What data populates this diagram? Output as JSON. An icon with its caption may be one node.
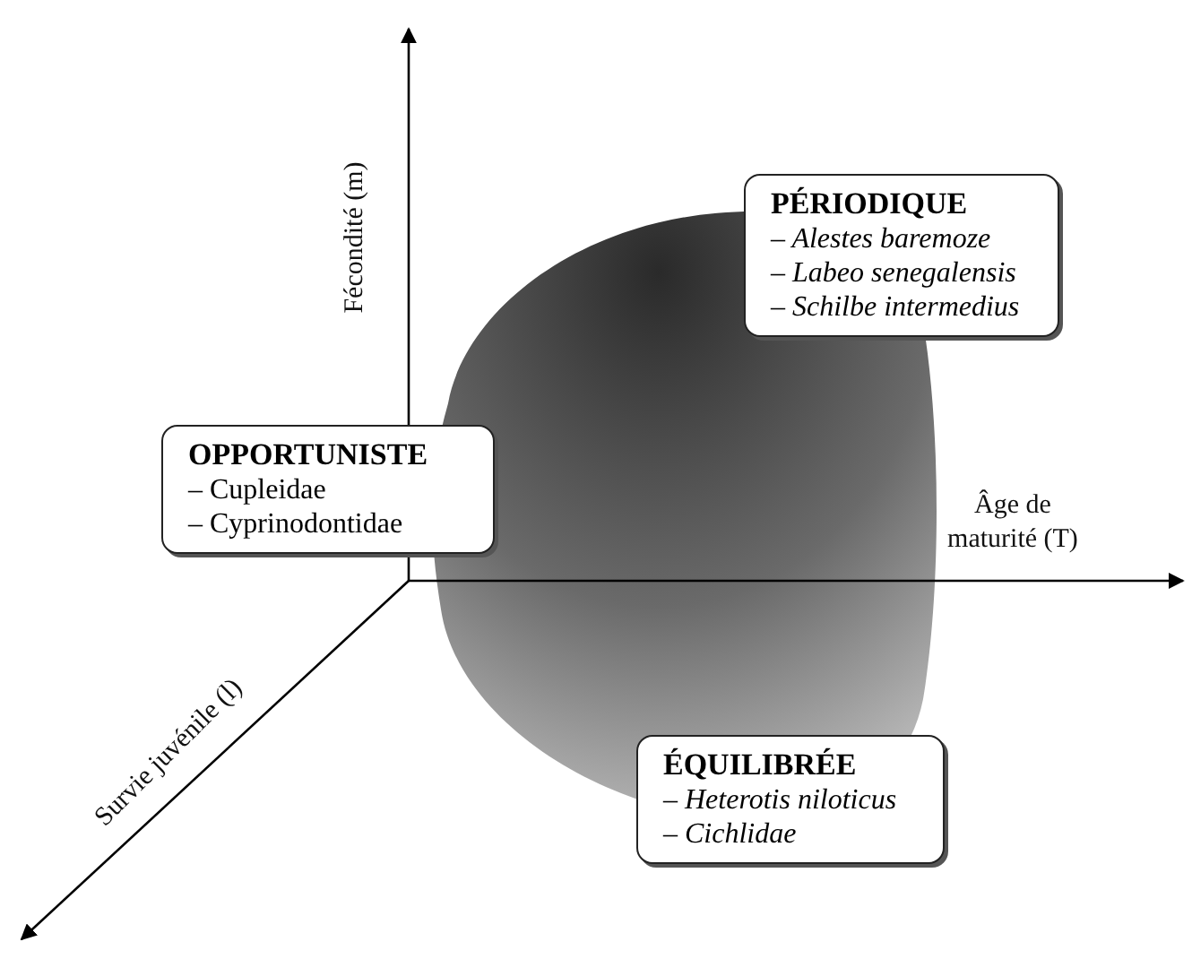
{
  "diagram": {
    "nodes": [
      {
        "text": [
          "PÉRIODIQUE",
          "– Alestes baremoze",
          "– Labeo senegalensis",
          "– Schilbe intermedius"
        ]
      },
      {
        "text": [
          "OPPORTUNISTE",
          "– Cupleidae",
          "– Cyprinodontidae"
        ]
      },
      {
        "text": [
          "ÉQUILIBRÉE",
          "– Heterotis niloticus",
          "– Cichlidae"
        ]
      }
    ],
    "labels": [
      "Fécondité (m)",
      "Âge de maturité (T)",
      "Survie juvénile (l)"
    ]
  }
}
